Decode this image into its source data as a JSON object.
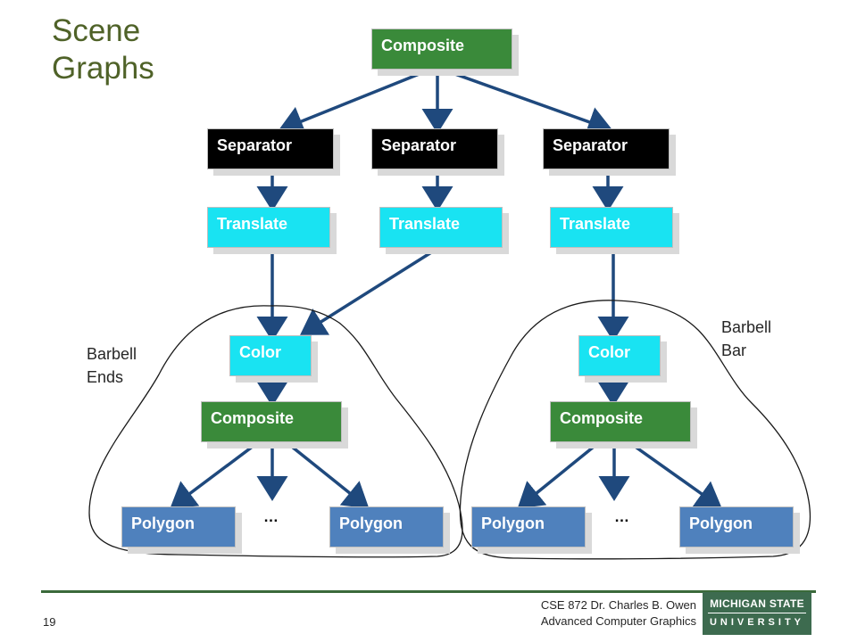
{
  "title": {
    "line1": "Scene",
    "line2": "Graphs"
  },
  "nodes": {
    "root_composite": "Composite",
    "separator_left": "Separator",
    "separator_mid": "Separator",
    "separator_right": "Separator",
    "translate_left": "Translate",
    "translate_mid": "Translate",
    "translate_right": "Translate",
    "color_left": "Color",
    "color_right": "Color",
    "composite_left": "Composite",
    "composite_right": "Composite",
    "polygon_1": "Polygon",
    "polygon_2": "Polygon",
    "polygon_3": "Polygon",
    "polygon_4": "Polygon"
  },
  "ellipsis": {
    "left": "…",
    "right": "…"
  },
  "annotations": {
    "ends_line1": "Barbell",
    "ends_line2": "Ends",
    "bar_line1": "Barbell",
    "bar_line2": "Bar"
  },
  "footer": {
    "page_number": "19",
    "credit_line1": "CSE 872 Dr. Charles B. Owen",
    "credit_line2": "Advanced Computer Graphics",
    "logo_top": "MICHIGAN STATE",
    "logo_bottom": "UNIVERSITY"
  },
  "colors": {
    "composite": "#3a8a3a",
    "separator": "#000000",
    "translate": "#19e3f2",
    "polygon": "#4f81bd",
    "arrow": "#1f497d",
    "title": "#4f6228"
  }
}
